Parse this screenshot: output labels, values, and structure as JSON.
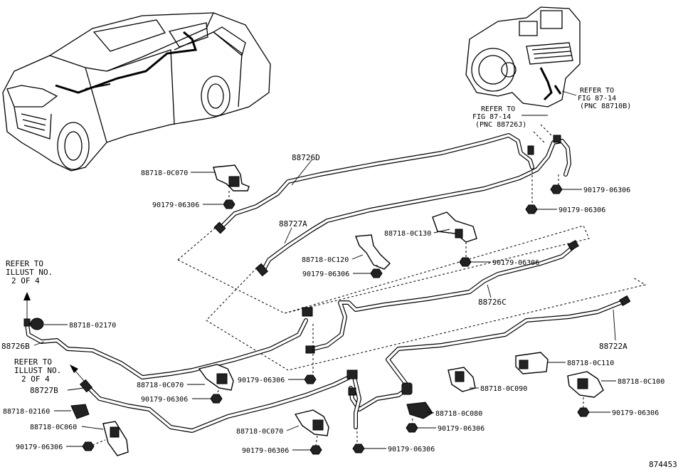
{
  "labels": {
    "l88726D": "88726D",
    "l88727A": "88727A",
    "l88726C": "88726C",
    "l88722A": "88722A",
    "l88726B": "88726B",
    "l88727B": "88727B",
    "c0c070_a": "88718-0C070",
    "n06306_a": "90179-06306",
    "c0c130": "88718-0C130",
    "c0c120": "88718-0C120",
    "n06306_b": "90179-06306",
    "n06306_c": "90179-06306",
    "n06306_r1": "90179-06306",
    "n06306_r2": "90179-06306",
    "c02170": "88718-02170",
    "c0c070_b": "88718-0C070",
    "n06306_d": "90179-06306",
    "n06306_e": "90179-06306",
    "c02160": "88718-02160",
    "c0c060": "88718-0C060",
    "n06306_f": "90179-06306",
    "c0c070_c": "88718-0C070",
    "n06306_g": "90179-06306",
    "n06306_h": "90179-06306",
    "c0c080": "88718-0C080",
    "n06306_i": "90179-06306",
    "c0c090": "88718-0C090",
    "c0c110": "88718-0C110",
    "c0c100": "88718-0C100",
    "n06306_j": "90179-06306",
    "ref1_l1": "REFER TO",
    "ref1_l2": "ILLUST NO.",
    "ref1_l3": "2 OF 4",
    "ref2_l1": "REFER TO",
    "ref2_l2": "ILLUST NO.",
    "ref2_l3": "2 OF 4",
    "fig_a_l1": "REFER TO",
    "fig_a_l2": "FIG 87-14",
    "fig_a_l3": "(PNC 88710B)",
    "fig_b_l1": "REFER TO",
    "fig_b_l2": "FIG 87-14",
    "fig_b_l3": "(PNC 88726J)",
    "diagram_id": "874453"
  }
}
